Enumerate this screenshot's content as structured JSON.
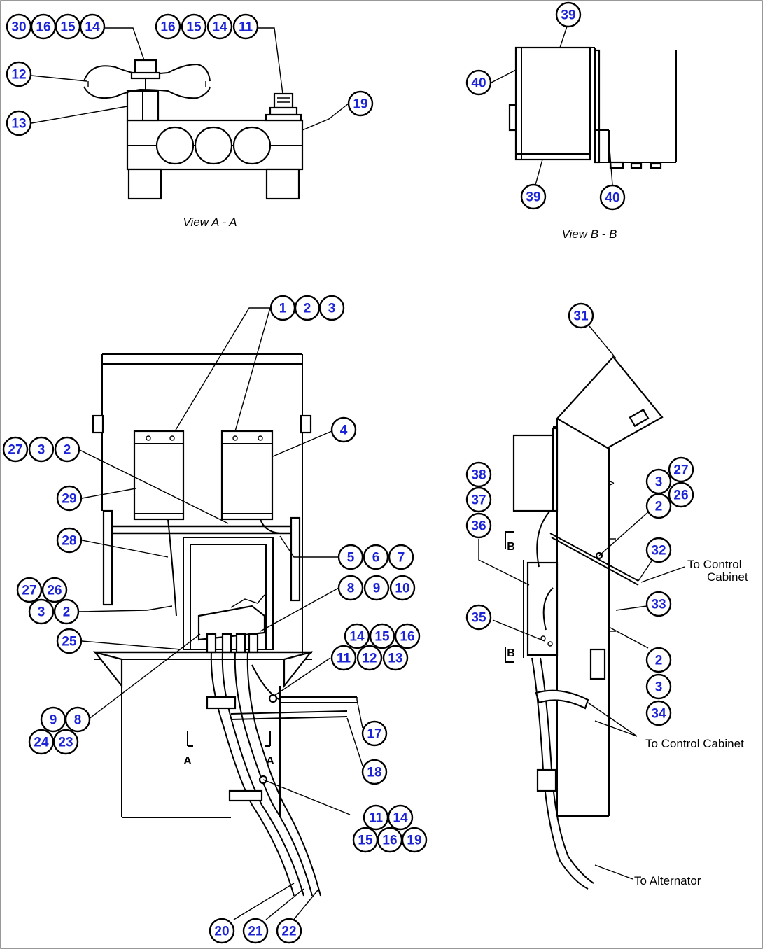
{
  "views": {
    "view_a_title": "View A - A",
    "view_b_title": "View B - B"
  },
  "labels": {
    "to_control_cabinet_1": "To Control",
    "to_control_cabinet_1b": "Cabinet",
    "to_control_cabinet_2": "To Control Cabinet",
    "to_alternator": "To Alternator",
    "section_a": "A",
    "section_b": "B"
  },
  "callouts": {
    "va_top_left": [
      "30",
      "16",
      "15",
      "14"
    ],
    "va_top_right": [
      "16",
      "15",
      "14",
      "11"
    ],
    "va_12": "12",
    "va_13": "13",
    "va_19": "19",
    "vb_39_top": "39",
    "vb_40_left": "40",
    "vb_39_bottom": "39",
    "vb_40_bottom": "40",
    "m_1_2_3": [
      "1",
      "2",
      "3"
    ],
    "m_27_3_2": [
      "27",
      "3",
      "2"
    ],
    "m_4": "4",
    "m_29": "29",
    "m_28": "28",
    "m_5_6_7": [
      "5",
      "6",
      "7"
    ],
    "m_8_9_10": [
      "8",
      "9",
      "10"
    ],
    "m_27_26": [
      "27",
      "26"
    ],
    "m_3_2": [
      "3",
      "2"
    ],
    "m_25": "25",
    "m_14_15_16": [
      "14",
      "15",
      "16"
    ],
    "m_11_12_13": [
      "11",
      "12",
      "13"
    ],
    "m_9_8": [
      "9",
      "8"
    ],
    "m_24_23": [
      "24",
      "23"
    ],
    "m_17": "17",
    "m_18": "18",
    "m_11_14": [
      "11",
      "14"
    ],
    "m_15_16_19": [
      "15",
      "16",
      "19"
    ],
    "m_20_21_22": [
      "20",
      "21",
      "22"
    ],
    "s_31": "31",
    "s_38": "38",
    "s_37": "37",
    "s_36": "36",
    "s_3_27": [
      "3",
      "27"
    ],
    "s_26": "26",
    "s_2_a": "2",
    "s_32": "32",
    "s_33": "33",
    "s_35": "35",
    "s_2_b": "2",
    "s_3_b": "3",
    "s_34": "34"
  }
}
